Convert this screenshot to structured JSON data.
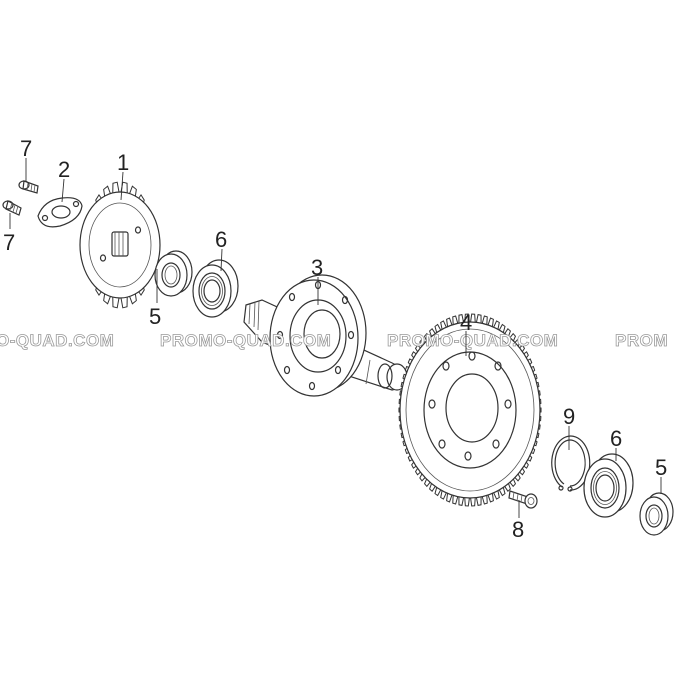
{
  "watermarks": [
    "O-QUAD.COM",
    "PROMO-QUAD.COM",
    "PROMO-QUAD.COM",
    "PROM"
  ],
  "callouts": {
    "sprocket": "1",
    "lock_plate": "2",
    "output_shaft": "3",
    "ring_gear": "4",
    "oil_seal_left": "5",
    "bearing_left": "6",
    "bolt_top": "7",
    "bolt_left": "7",
    "gear_bolt": "8",
    "circlip": "9",
    "bearing_right": "6",
    "oil_seal_right": "5"
  }
}
